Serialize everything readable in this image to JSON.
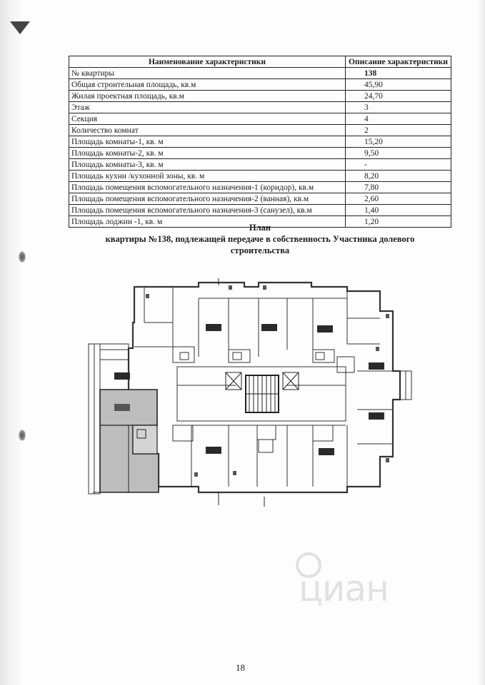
{
  "table": {
    "header": {
      "name": "Наименование характеристики",
      "value": "Описание характеристики"
    },
    "rows": [
      {
        "name": "№ квартиры",
        "value": "138"
      },
      {
        "name": "Общая строительная площадь, кв.м",
        "value": "45,90"
      },
      {
        "name": "Жилая проектная площадь, кв.м",
        "value": "24,70"
      },
      {
        "name": "Этаж",
        "value": "3"
      },
      {
        "name": "Секция",
        "value": "4"
      },
      {
        "name": "Количество комнат",
        "value": "2"
      },
      {
        "name": "Площадь комнаты-1, кв. м",
        "value": "15,20"
      },
      {
        "name": "Площадь комнаты-2, кв. м",
        "value": "9,50"
      },
      {
        "name": "Площадь комнаты-3, кв. м",
        "value": "-"
      },
      {
        "name": "Площадь кухни /кухонной зоны, кв. м",
        "value": "8,20"
      },
      {
        "name": "Площадь помещения вспомогательного назначения-1 (коридор), кв.м",
        "value": "7,80"
      },
      {
        "name": "Площадь помещения вспомогательного назначения-2 (ванная), кв.м",
        "value": "2,60"
      },
      {
        "name": "Площадь помещения вспомогательного назначения-3 (санузел), кв.м",
        "value": "1,40"
      },
      {
        "name": "Площадь лоджии -1, кв. м",
        "value": "1,20"
      }
    ]
  },
  "heading": {
    "line1": "План",
    "line2": "квартиры №138, подлежащей передаче в собственность Участника долевого",
    "line3": "строительства"
  },
  "page_number": "18",
  "watermark": {
    "text": "циан"
  },
  "colors": {
    "ink": "#1c1c1c",
    "highlight": "#bdbdbd",
    "paper": "#fdfdfc"
  }
}
